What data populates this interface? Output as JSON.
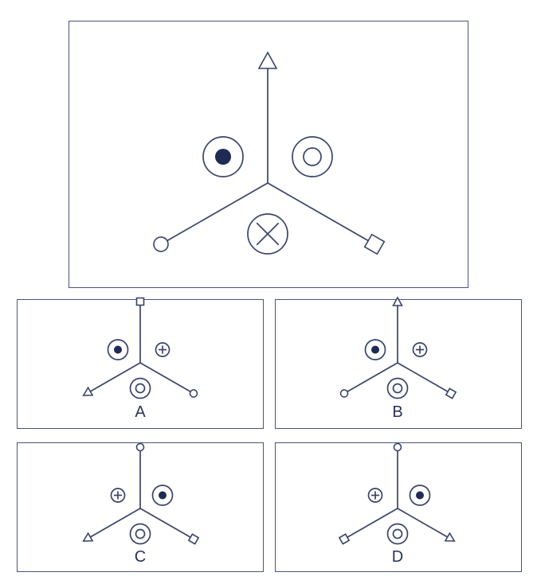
{
  "colors": {
    "stroke": "#3a4468",
    "fill": "#1f2a55"
  },
  "question": {
    "figure": {
      "up": "triangle",
      "lower_left": "circle",
      "lower_right": "square",
      "upper_left": "dot-circle",
      "upper_right": "double-circle",
      "bottom": "cross-circle"
    }
  },
  "options": [
    {
      "label": "A",
      "figure": {
        "up": "square",
        "lower_left": "triangle",
        "lower_right": "circle",
        "upper_left": "dot-circle",
        "upper_right": "plus-circle",
        "bottom": "double-circle"
      }
    },
    {
      "label": "B",
      "figure": {
        "up": "triangle",
        "lower_left": "circle",
        "lower_right": "square",
        "upper_left": "dot-circle",
        "upper_right": "plus-circle",
        "bottom": "double-circle"
      }
    },
    {
      "label": "C",
      "figure": {
        "up": "circle",
        "lower_left": "triangle",
        "lower_right": "square",
        "upper_left": "plus-circle",
        "upper_right": "dot-circle",
        "bottom": "double-circle"
      }
    },
    {
      "label": "D",
      "figure": {
        "up": "circle",
        "lower_left": "square",
        "lower_right": "triangle",
        "upper_left": "plus-circle",
        "upper_right": "dot-circle",
        "bottom": "double-circle"
      }
    }
  ]
}
